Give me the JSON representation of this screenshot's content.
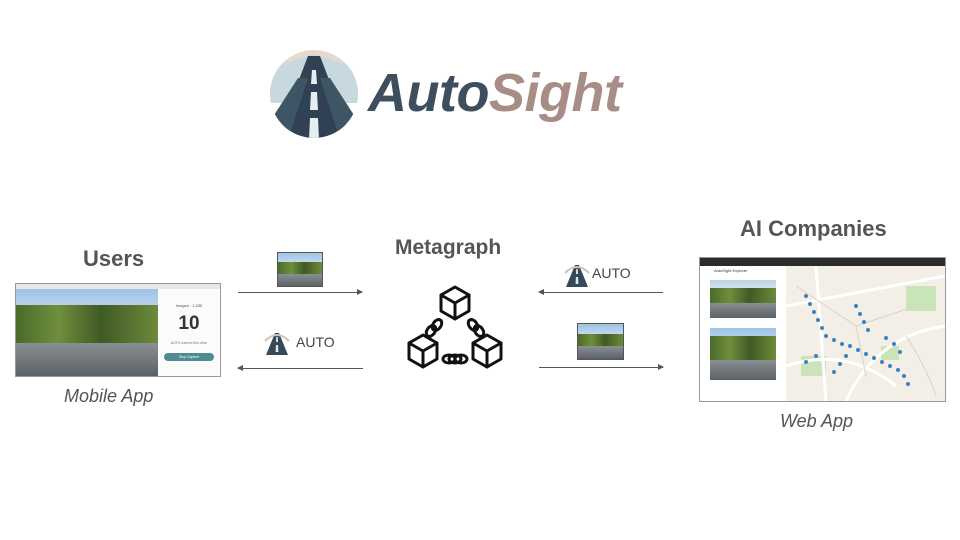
{
  "brand": {
    "name_part1": "Auto",
    "name_part2": "Sight",
    "color_part1": "#3d4f5f",
    "color_part2": "#a88d86"
  },
  "nodes": {
    "users": {
      "title": "Users",
      "caption": "Mobile App"
    },
    "metagraph": {
      "title": "Metagraph"
    },
    "ai_companies": {
      "title": "AI Companies",
      "caption": "Web App"
    }
  },
  "flows": {
    "token_label_left": "AUTO",
    "token_label_right": "AUTO"
  },
  "mobile_app": {
    "counter_caption": "Images : 1,335",
    "counter_value": "10",
    "counter_subtext": "AUTO earned this drive",
    "button_label": "Stop Capture"
  },
  "web_app": {
    "title": "AutoSight Explorer"
  },
  "icons": [
    "autosight-logo-icon",
    "blockchain-icon",
    "road-photo-icon",
    "map-icon"
  ]
}
